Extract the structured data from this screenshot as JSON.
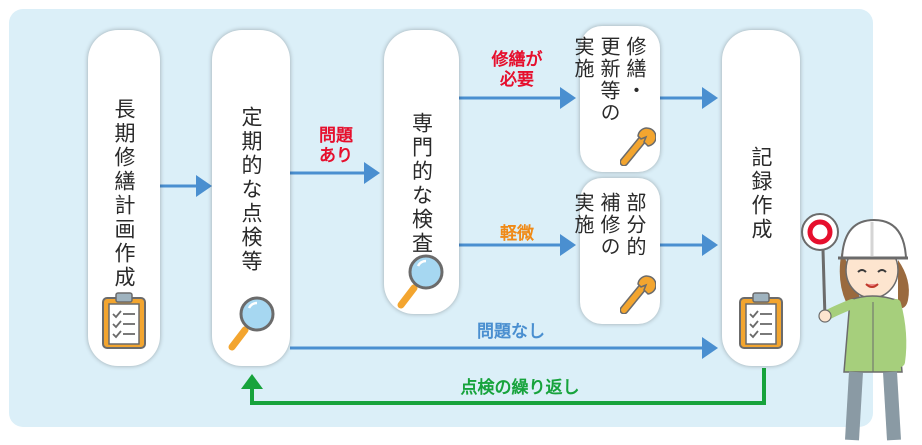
{
  "boxes": {
    "long_term_plan": "長期修繕計画作成",
    "periodic_inspection": "定期的な点検等",
    "expert_inspection": "専門的な検査",
    "repair_renewal": [
      "修繕・",
      "更新等の",
      "実施"
    ],
    "partial_repair": [
      "部分的",
      "補修の",
      "実施"
    ],
    "record_creation": "記録作成"
  },
  "labels": {
    "problem_found": [
      "問題",
      "あり"
    ],
    "repair_needed": [
      "修繕が",
      "必要"
    ],
    "minor": "軽微",
    "no_problem": "問題なし",
    "repeat_inspection": "点検の繰り返し"
  },
  "colors": {
    "panel_bg": "#dbeff8",
    "arrow_blue": "#4a8fd0",
    "loop_green": "#17a33c",
    "label_red": "#e60f2d",
    "label_orange": "#f08a17",
    "no_problem_blue": "#4a8fd0",
    "wrench": "#f3a52f",
    "magnifier_lens": "#a6d7f1"
  }
}
